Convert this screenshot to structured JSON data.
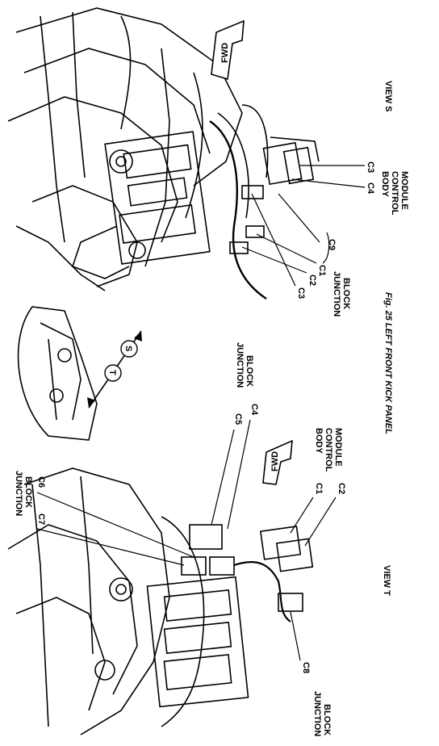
{
  "caption": "Fig. 25 LEFT FRONT KICK PANEL",
  "view_s": {
    "title": "VIEW S",
    "fwd": "FWD",
    "connectors": {
      "c1": "C1",
      "c2": "C2",
      "c3": "C3",
      "c9": "C9",
      "c3_bcm": "C3",
      "c4_bcm": "C4"
    },
    "junction_block": [
      "JUNCTION",
      "BLOCK"
    ],
    "body_control_module": [
      "BODY",
      "CONTROL",
      "MODULE"
    ]
  },
  "view_t": {
    "title": "VIEW T",
    "fwd": "FWD",
    "connectors": {
      "c1": "C1",
      "c2": "C2",
      "c4": "C4",
      "c5": "C5",
      "c6": "C6",
      "c7": "C7",
      "c8": "C8"
    },
    "junction_block_top": [
      "JUNCTION",
      "BLOCK"
    ],
    "junction_block_mid": [
      "JUNCTION",
      "BLOCK"
    ],
    "junction_block_bottom": [
      "JUNCTION",
      "BLOCK"
    ],
    "body_control_module": [
      "BODY",
      "CONTROL",
      "MODULE"
    ]
  },
  "locator": {
    "t": "T",
    "s": "S"
  }
}
